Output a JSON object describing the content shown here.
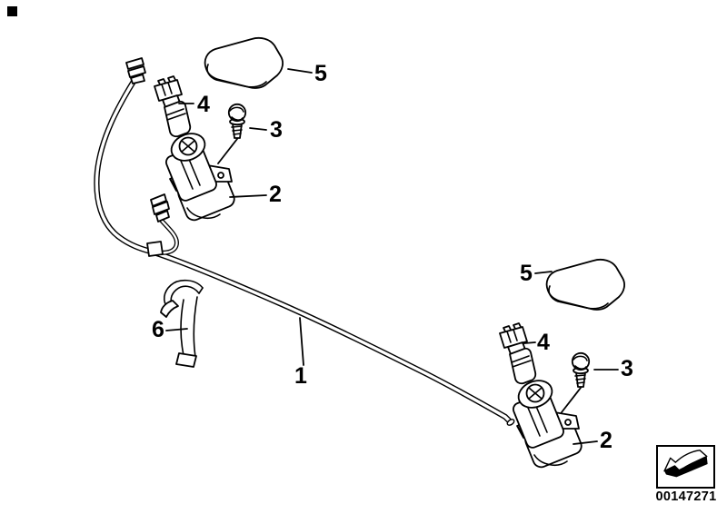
{
  "page": {
    "background": "#ffffff",
    "ink": "#000000"
  },
  "callouts": {
    "hose": "1",
    "pump_left": "2",
    "pump_right": "2",
    "screw_left": "3",
    "screw_right": "3",
    "nozzle_left": "4",
    "nozzle_right": "4",
    "cover_top": "5",
    "cover_right": "5",
    "bracket": "6"
  },
  "footer": {
    "part_number": "00147271",
    "arrow_icon": "direction-arrow-icon"
  }
}
